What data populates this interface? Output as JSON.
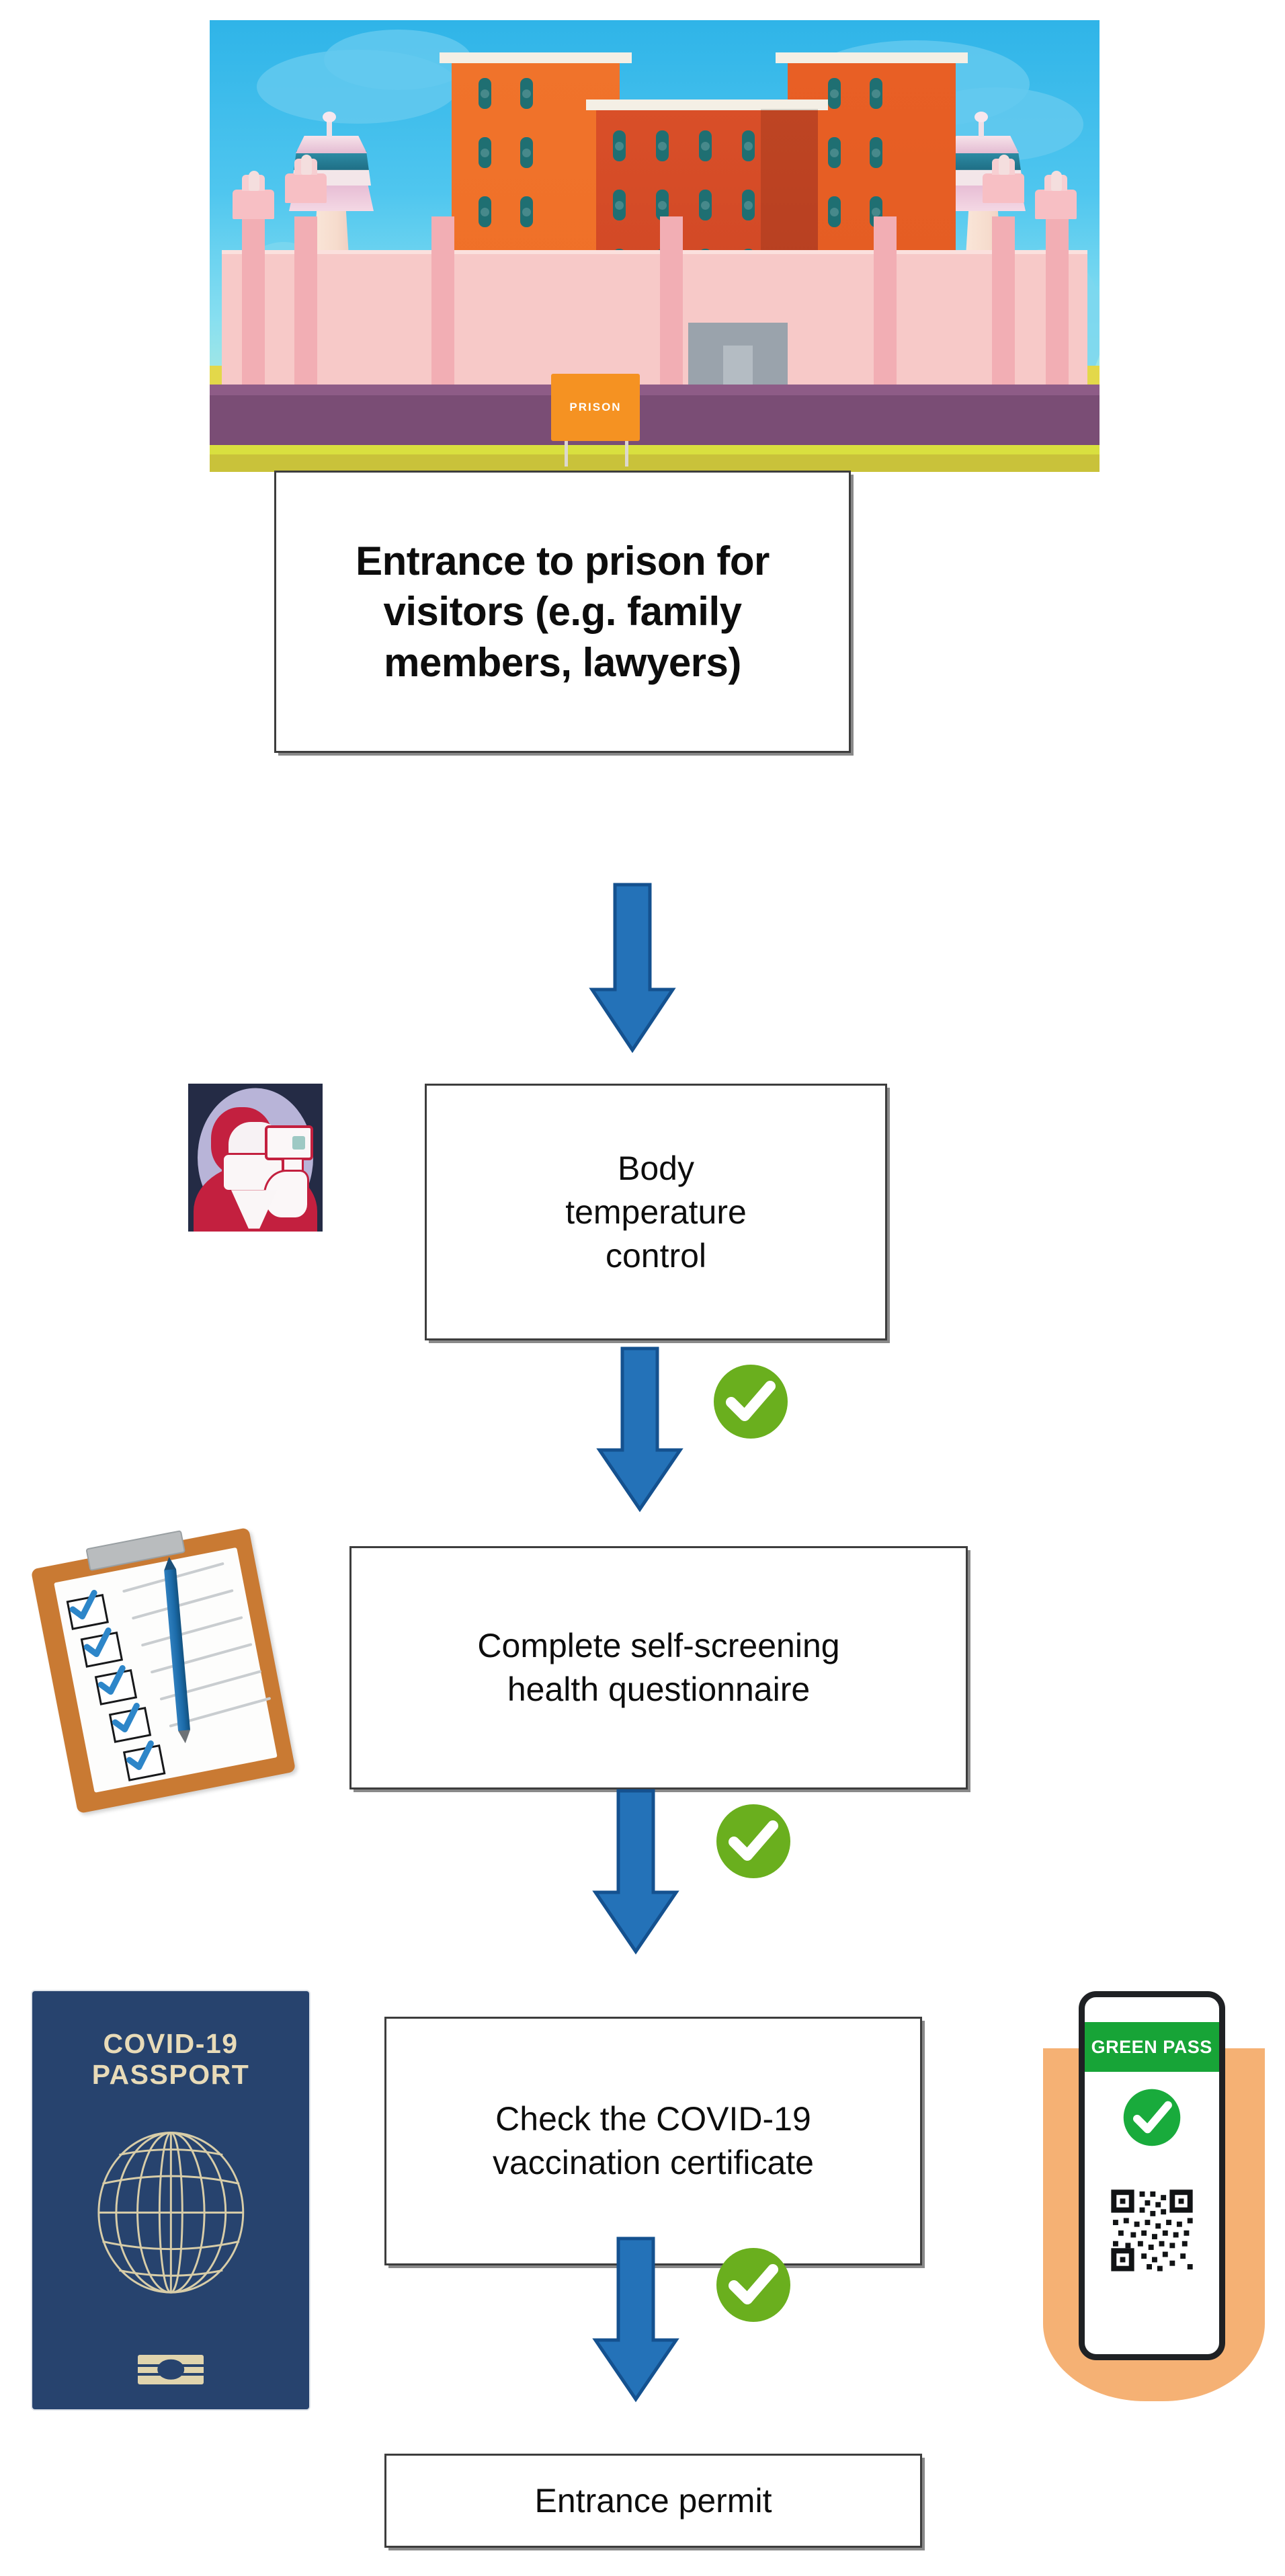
{
  "diagram": {
    "title": "Entrance to prison for visitors COVID-19 screening flow",
    "colors": {
      "arrow_blue": "#2472b8",
      "arrow_blue_dark": "#14518f",
      "check_green": "#6aaf1e",
      "box_border": "#3d3d3d",
      "passport_navy": "#27436e",
      "passport_gold": "#e8dbb8",
      "green_pass_green": "#17a437",
      "clipboard_orange": "#c97a33",
      "thermometer_red": "#c3203f",
      "thermometer_navy": "#242b45",
      "prison_building": "#ef6f27"
    },
    "steps": [
      {
        "id": "entrance",
        "label": "Entrance to prison for visitors (e.g. family members, lawyers)",
        "icon": "prison-building-illustration"
      },
      {
        "id": "temperature",
        "label": "Body temperature control",
        "icon": "thermometer-gun-icon"
      },
      {
        "id": "questionnaire",
        "label": "Complete self-screening health questionnaire",
        "icon": "clipboard-checklist-icon"
      },
      {
        "id": "certificate",
        "label": "Check the COVID-19 vaccination certificate",
        "icon": "covid-passport-icon",
        "icon_right": "green-pass-phone-icon"
      },
      {
        "id": "permit",
        "label": "Entrance permit",
        "icon": null
      }
    ],
    "connectors": [
      {
        "id": "arrow-1",
        "type": "down-arrow",
        "check": false
      },
      {
        "id": "arrow-2",
        "type": "down-arrow",
        "check": true
      },
      {
        "id": "arrow-3",
        "type": "down-arrow",
        "check": true
      },
      {
        "id": "arrow-4",
        "type": "down-arrow",
        "check": true
      }
    ],
    "illustrations": {
      "prison": {
        "sign_label": "PRISON"
      },
      "passport": {
        "line1": "COVID-19",
        "line2": "PASSPORT"
      },
      "green_pass": {
        "header": "GREEN PASS"
      }
    }
  }
}
